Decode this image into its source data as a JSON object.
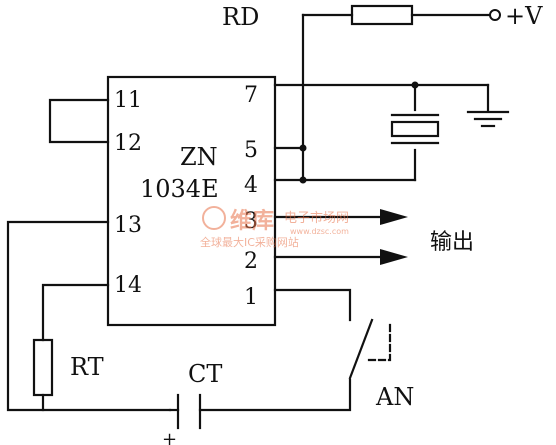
{
  "chip": {
    "name_line1": "ZN",
    "name_line2": "1034E",
    "pins_left": [
      "11",
      "12",
      "13",
      "14"
    ],
    "pins_right": [
      "7",
      "5",
      "4",
      "3",
      "2",
      "1"
    ]
  },
  "labels": {
    "rd": "RD",
    "supply": "+V",
    "rt": "RT",
    "ct": "CT",
    "an": "AN",
    "output": "输出",
    "ct_polarity": "+"
  },
  "watermark": {
    "brand": "维库",
    "brand_sub": "电子市场网",
    "url": "www.dzsc.com",
    "tagline": "全球最大IC采购网站",
    "color": "#e8734a"
  }
}
